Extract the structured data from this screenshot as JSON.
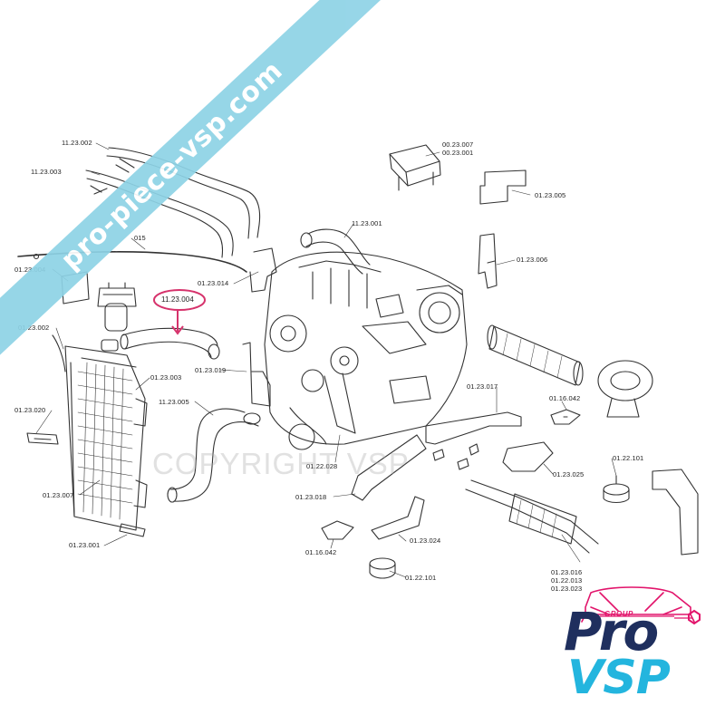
{
  "watermark": {
    "site_banner": "pro-piece-vsp.com",
    "copyright": "COPYRIGHT VSP"
  },
  "highlighted_part": "11.23.004",
  "part_labels": {
    "l_11_23_002": "11.23.002",
    "l_11_23_003": "11.23.003",
    "l_01_23_004": "01.23.004",
    "l_015": "015",
    "l_01_23_014": "01.23.014",
    "l_01_23_002": "01.23.002",
    "l_01_23_003": "01.23.003",
    "l_01_23_019": "01.23.019",
    "l_11_23_005": "11.23.005",
    "l_01_23_020": "01.23.020",
    "l_01_23_007": "01.23.007",
    "l_01_23_001": "01.23.001",
    "l_00_23_007": "00.23.007",
    "l_00_23_001": "00.23.001",
    "l_01_23_005": "01.23.005",
    "l_11_23_001": "11.23.001",
    "l_01_23_006": "01.23.006",
    "l_01_23_017": "01.23.017",
    "l_01_16_042_a": "01.16.042",
    "l_01_22_101_a": "01.22.101",
    "l_01_23_025": "01.23.025",
    "l_01_22_028": "01.22.028",
    "l_01_23_018": "01.23.018",
    "l_01_23_024": "01.23.024",
    "l_01_16_042_b": "01.16.042",
    "l_01_22_101_b": "01.22.101",
    "l_01_23_016": "01.23.016",
    "l_01_22_013": "01.22.013",
    "l_01_23_023": "01.23.023"
  },
  "logo": {
    "group": "GROUP",
    "pro": "Pro",
    "vsp": "VSP",
    "colors": {
      "pro": "#1f2f5e",
      "vsp": "#23b5de",
      "accent": "#e2146b"
    }
  },
  "colors": {
    "banner": "#8ed3e6",
    "highlight": "#d6336c",
    "line_art": "#333333"
  }
}
